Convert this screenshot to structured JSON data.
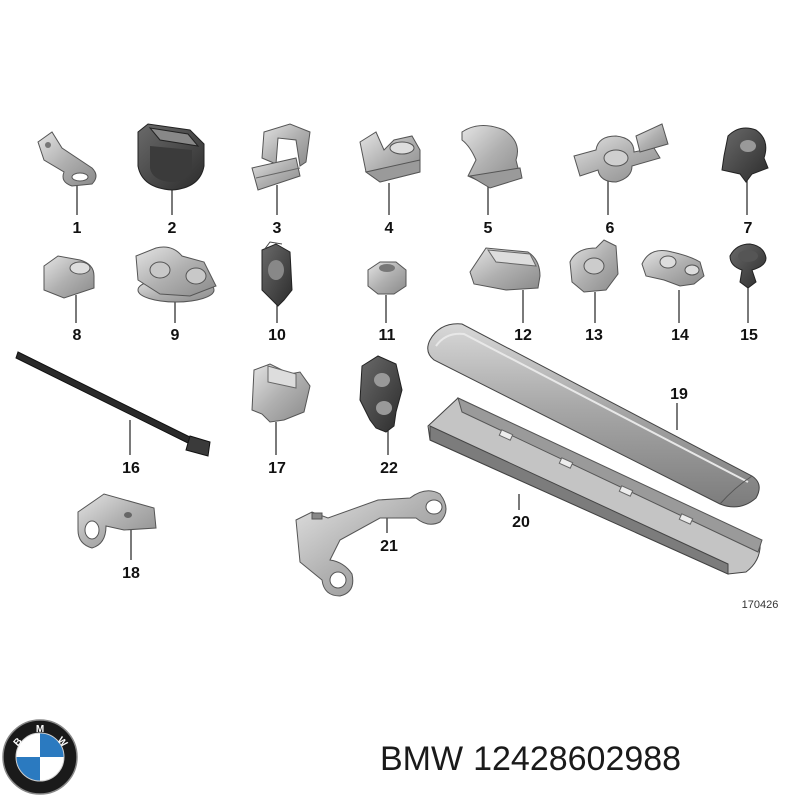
{
  "diagram": {
    "reference": "170426",
    "parts": [
      {
        "number": "1"
      },
      {
        "number": "2"
      },
      {
        "number": "3"
      },
      {
        "number": "4"
      },
      {
        "number": "5"
      },
      {
        "number": "6"
      },
      {
        "number": "7"
      },
      {
        "number": "8"
      },
      {
        "number": "9"
      },
      {
        "number": "10"
      },
      {
        "number": "11"
      },
      {
        "number": "12"
      },
      {
        "number": "13"
      },
      {
        "number": "14"
      },
      {
        "number": "15"
      },
      {
        "number": "16"
      },
      {
        "number": "17"
      },
      {
        "number": "18"
      },
      {
        "number": "19"
      },
      {
        "number": "20"
      },
      {
        "number": "21"
      },
      {
        "number": "22"
      }
    ]
  },
  "footer": {
    "brand": "BMW",
    "part_number": "12428602988",
    "logo_letters": [
      "B",
      "M",
      "W"
    ],
    "logo_colors": {
      "ring": "#1a1a1a",
      "blue": "#2b7ac0",
      "white": "#ffffff"
    }
  }
}
